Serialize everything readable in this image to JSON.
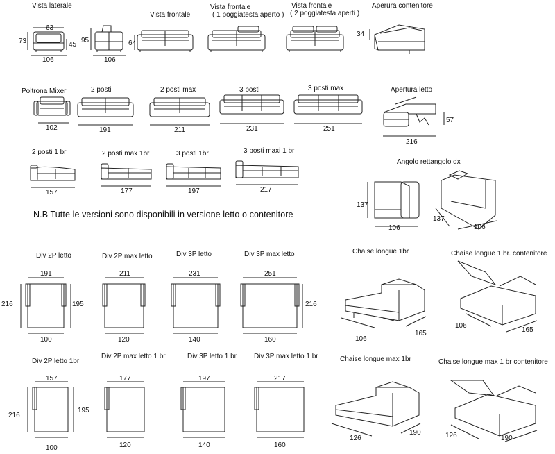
{
  "labels": {
    "vista_laterale": "Vista laterale",
    "vista_frontale": "Vista frontale",
    "vista_frontale_poggiatesta_1": "Vista frontale",
    "poggiatesta_1": "( 1 poggiatesta aperto )",
    "vista_frontale_poggiatesta_2": "Vista frontale",
    "poggiatesta_2": "( 2 poggiatesta aperti )",
    "apertura_contenitore": "Aperura contenitore",
    "poltrona_mixer": "Poltrona Mixer",
    "due_posti": "2 posti",
    "due_posti_max": "2 posti max",
    "tre_posti": "3 posti",
    "tre_posti_max": "3 posti max",
    "apertura_letto": "Apertura letto",
    "due_posti_1br": "2 posti 1 br",
    "due_posti_max_1br": "2 posti max 1br",
    "tre_posti_1br": "3 posti 1br",
    "tre_posti_max_1br": "3 posti maxi 1 br",
    "angolo": "Angolo rettangolo dx",
    "note": "N.B Tutte le versioni sono disponibili in versione letto o contenitore",
    "div_2p_letto": "Div 2P letto",
    "div_2p_max_letto": "Div 2P max letto",
    "div_3p_letto": "Div 3P  letto",
    "div_3p_max_letto": "Div 3P max letto",
    "chaise_1br": "Chaise longue 1br",
    "chaise_1br_cont": "Chaise longue 1 br. contenitore",
    "div_2p_letto_1br": "Div 2P letto 1br",
    "div_2p_max_letto_1br": "Div 2P max letto 1 br",
    "div_3p_letto_1br": "Div 3P  letto 1 br",
    "div_3p_max_letto_1br": "Div 3P max letto 1 br",
    "chaise_max_1br": "Chaise longue max 1br",
    "chaise_max_1br_cont": "Chaise longue max 1 br contenitore"
  },
  "dims": {
    "side_63": "63",
    "side_73": "73",
    "side_45": "45",
    "side_106a": "106",
    "side_95": "95",
    "side_106b": "106",
    "front_64": "64",
    "cont_34": "34",
    "mixer_102": "102",
    "p2_191": "191",
    "p2max_211": "211",
    "p3_231": "231",
    "p3max_251": "251",
    "letto_57": "57",
    "letto_216": "216",
    "br_157": "157",
    "br_177": "177",
    "br_197": "197",
    "br_217": "217",
    "ang_137a": "137",
    "ang_106a": "106",
    "ang_137b": "137",
    "ang_106b": "106",
    "d1_191": "191",
    "d1_216": "216",
    "d1_195": "195",
    "d1_100": "100",
    "d2_211": "211",
    "d2_120": "120",
    "d3_231": "231",
    "d3_140": "140",
    "d4_251": "251",
    "d4_216": "216",
    "d4_160": "160",
    "ch1_106": "106",
    "ch1_165": "165",
    "ch2_106": "106",
    "ch2_165": "165",
    "e1_157": "157",
    "e1_216": "216",
    "e1_195": "195",
    "e1_100": "100",
    "e2_177": "177",
    "e2_120": "120",
    "e3_197": "197",
    "e3_140": "140",
    "e4_217": "217",
    "e4_160": "160",
    "ch3_126": "126",
    "ch3_190": "190",
    "ch4_126": "126",
    "ch4_190": "190"
  }
}
